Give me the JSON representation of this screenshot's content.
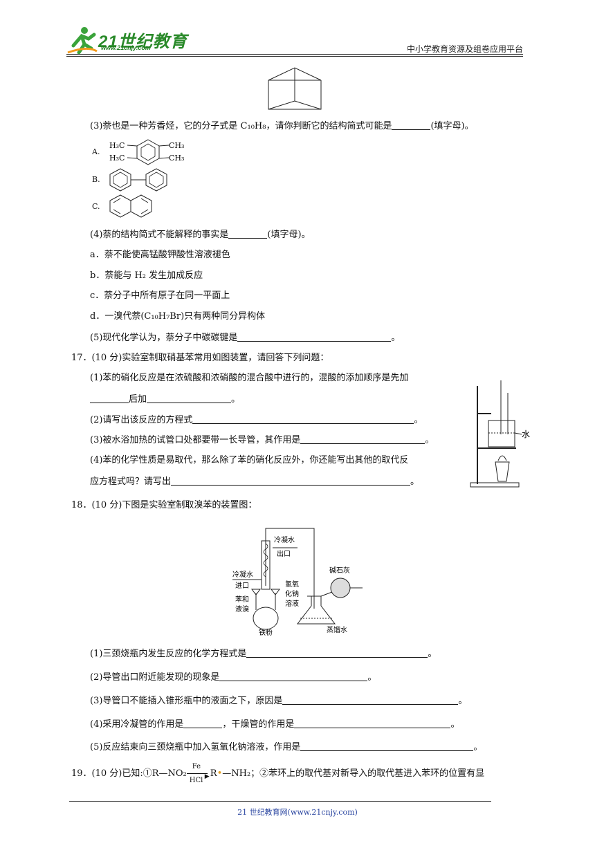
{
  "header": {
    "logo_text": "21世纪教育",
    "logo_sub": "www.21cnjy.com",
    "right_text": "中小学教育资源及组卷应用平台"
  },
  "q3": {
    "text": "(3)萘也是一种芳香烃，它的分子式是 C₁₀H₈，请你判断它的结构简式可能是",
    "tail": "(填字母)。",
    "optA": "A.",
    "optB": "B.",
    "optC": "C.",
    "ch3a": "H₃C",
    "ch3b": "CH₃",
    "ch3c": "H₃C",
    "ch3d": "CH₃"
  },
  "q4": {
    "text": "(4)萘的结构简式不能解释的事实是",
    "tail": "(填字母)。",
    "a": "a．萘不能使高锰酸钾酸性溶液褪色",
    "b": "b．萘能与 H₂ 发生加成反应",
    "c": "c．萘分子中所有原子在同一平面上",
    "d": "d．一溴代萘(C₁₀H₇Br)只有两种同分异构体"
  },
  "q5": {
    "text": "(5)现代化学认为，萘分子中碳碳键是",
    "tail": "。"
  },
  "q17": {
    "title": "17．(10 分)实验室制取硝基苯常用如图装置，请回答下列问题：",
    "l1": "(1)苯的硝化反应是在浓硫酸和浓硝酸的混合酸中进行的，混酸的添加顺序是先加",
    "l2a": "后加",
    "l2b": "。",
    "l3": "(2)请写出该反应的方程式",
    "l3t": "。",
    "l4": "(3)被水浴加热的试管口处都要带一长导管，其作用是",
    "l4t": "。",
    "l5": "(4)苯的化学性质是易取代，那么除了苯的硝化反应外，你还能写出其他的取代反",
    "l6": "应方程式吗？请写出",
    "l6t": "。",
    "water_label": "水"
  },
  "q18": {
    "title": "18．(10 分)下图是实验室制取溴苯的装置图：",
    "diag": {
      "cond_out": "冷凝水",
      "cond_out2": "出口",
      "cond_in": "冷凝水",
      "cond_in2": "进口",
      "benz1": "苯和",
      "benz2": "液溴",
      "naoh1": "氢氧",
      "naoh2": "化钠",
      "naoh3": "溶液",
      "iron": "铁粉",
      "lime": "碱石灰",
      "distilled": "蒸馏水"
    },
    "l1": "(1)三颈烧瓶内发生反应的化学方程式是",
    "l1t": "。",
    "l2": "(2)导管出口附近能发现的现象是",
    "l2t": "。",
    "l3": "(3)导管口不能插入锥形瓶中的液面之下，原因是",
    "l3t": "。",
    "l4": "(4)采用冷凝管的作用是",
    "l4m": "，干燥管的作用是",
    "l4t": "。",
    "l5": "(5)反应结束向三颈烧瓶中加入氢氧化钠溶液，作用是",
    "l5t": "。"
  },
  "q19": {
    "a": "19．(10 分)已知:①R—NO₂",
    "fe": "Fe",
    "hcl": "HCl",
    "b": "R",
    "c": "—NH₂；②苯环上的取代基对新导入的取代基进入苯环的位置有显"
  },
  "footer": {
    "text": "21 世纪教育网(www.21cnjy.com)"
  }
}
